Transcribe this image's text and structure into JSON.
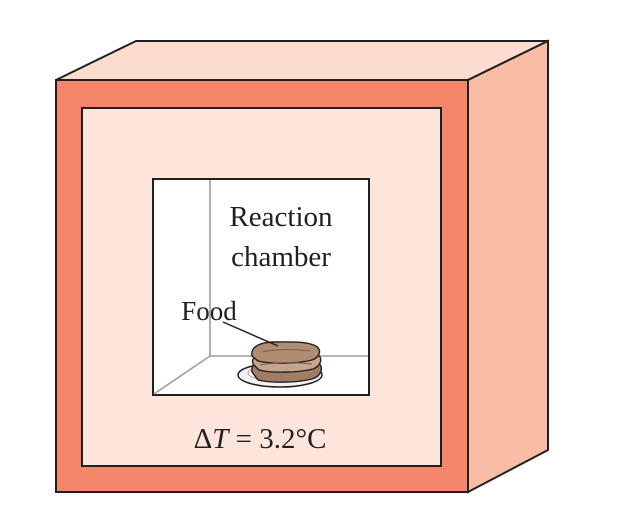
{
  "labels": {
    "reaction_line1": "Reaction",
    "reaction_line2": "chamber",
    "food": "Food",
    "delta_symbol": "Δ",
    "delta_var": "T",
    "delta_value": " = 3.2°C"
  },
  "colors": {
    "outer_wall_front": "#f4876a",
    "side_face": "#f9bda6",
    "top_face": "#fcdccf",
    "inner_face": "#fde5dc",
    "outline": "#231f20",
    "food": "#a07c63",
    "food_light": "#c6a58e",
    "plate": "#f2f2f2"
  }
}
